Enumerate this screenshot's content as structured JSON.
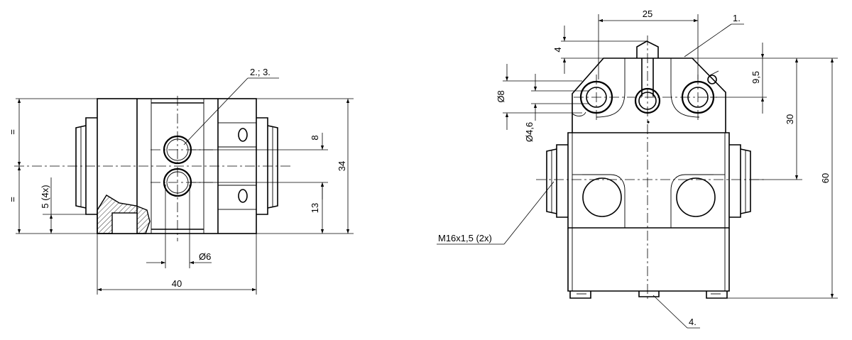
{
  "dims": {
    "width_left": "40",
    "height_left": "34",
    "dim_8": "8",
    "dim_13": "13",
    "dim_5": "5 (4x)",
    "eq_top": "=",
    "eq_bottom": "=",
    "dia_6": "Ø6",
    "width_top": "25",
    "dim_4": "4",
    "dia_8": "Ø8",
    "dia_4_6": "Ø4,6",
    "dim_9_5": "9,5",
    "dim_30": "30",
    "dim_60": "60"
  },
  "callouts": {
    "item_2_3": "2.; 3.",
    "item_1": "1.",
    "item_4": "4.",
    "thread": "M16x1,5 (2x)"
  }
}
